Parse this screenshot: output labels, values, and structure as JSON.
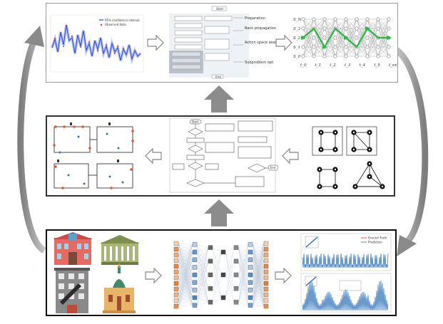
{
  "top_panel": {
    "uncertainty_plot": {
      "legend": [
        "95% confidence interval",
        "Observed data"
      ]
    },
    "flowchart": {
      "labels": [
        "Start",
        "Preparation",
        "Back propagation",
        "Action space search",
        "Subproblem opt.",
        "End"
      ]
    },
    "state_graph": {
      "y_labels": [
        "S_N",
        "S_3",
        "S_2",
        "S_1",
        "S_0"
      ],
      "x_labels": [
        "t_0",
        "t_1",
        "t_2",
        "t_3",
        "t_4",
        "t_5",
        "t_end"
      ]
    }
  },
  "middle_panel": {
    "flowchart_labels": [
      "Start",
      "End"
    ]
  },
  "bottom_panel": {
    "forecast_legend": [
      "Ground Truth",
      "Prediction"
    ]
  },
  "colors": {
    "arrow_gray": "#8c8c8c",
    "loop_gray": "#9b9b9b",
    "series_blue": "#3b55d9",
    "series_red": "#e0352b",
    "forecast_blue": "#2a6fb5",
    "path_green": "#2fb34a",
    "nn_orange": "#e0782a",
    "nn_blue": "#3b7fc4"
  }
}
